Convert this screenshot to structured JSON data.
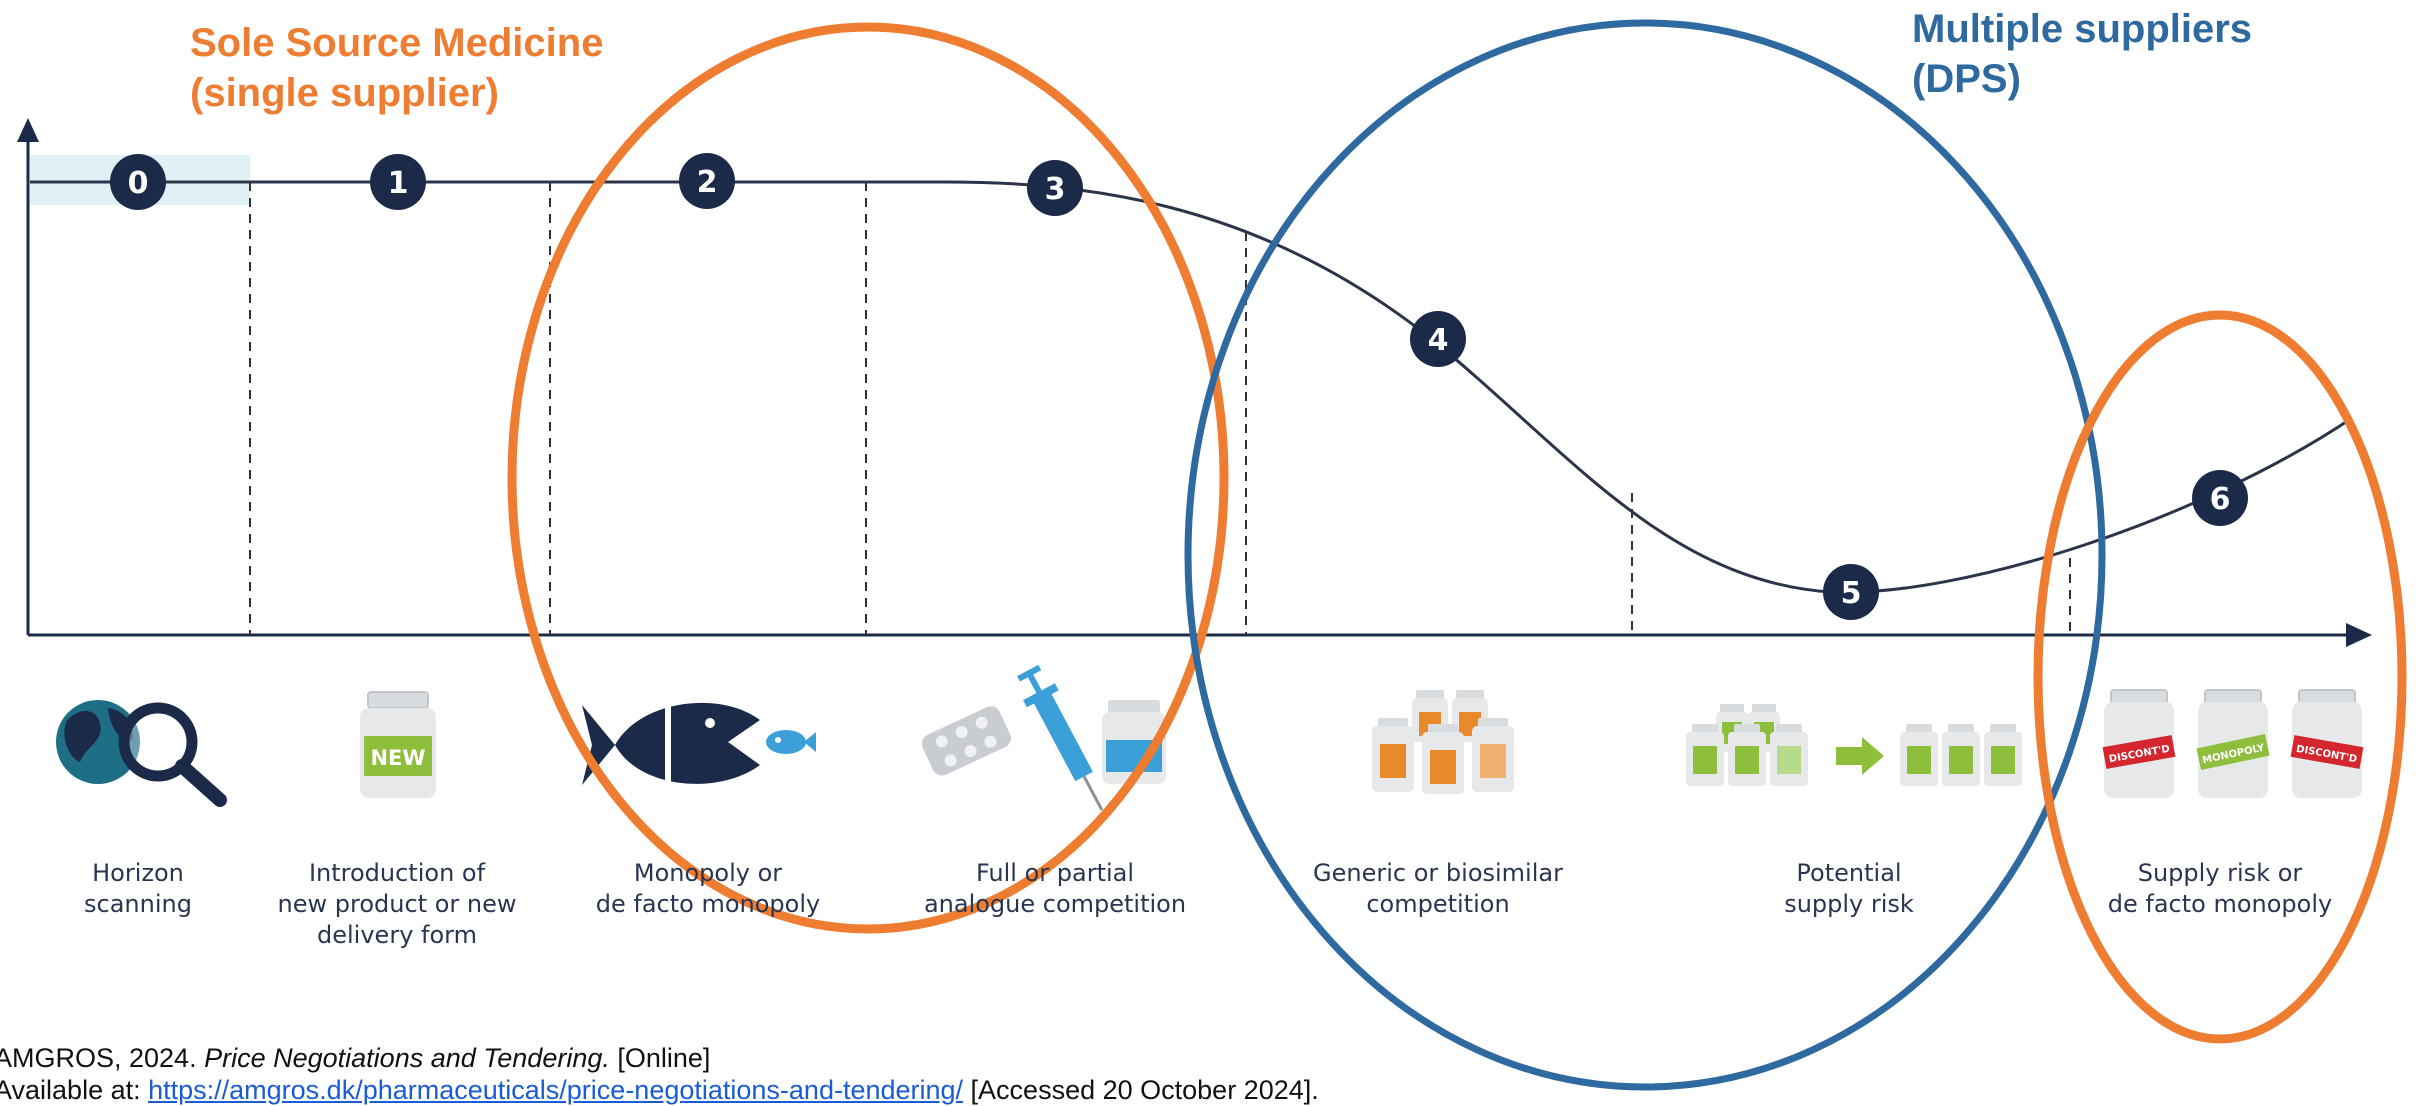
{
  "headings": {
    "sole_source": "Sole Source Medicine\n(single supplier)",
    "multiple_suppliers": "Multiple suppliers\n(DPS)"
  },
  "stages": [
    {
      "number": "0",
      "label": "Horizon\nscanning",
      "icon": "globe-magnifier-icon"
    },
    {
      "number": "1",
      "label": "Introduction of\nnew product or new\ndelivery form",
      "icon": "new-product-jar-icon",
      "icon_text": "NEW"
    },
    {
      "number": "2",
      "label": "Monopoly or\nde facto monopoly",
      "icon": "big-fish-small-fish-icon"
    },
    {
      "number": "3",
      "label": "Full or partial\nanalogue competition",
      "icon": "pills-syringe-jar-icon"
    },
    {
      "number": "4",
      "label": "Generic or biosimilar\ncompetition",
      "icon": "many-bottles-icon"
    },
    {
      "number": "5",
      "label": "Potential\nsupply risk",
      "icon": "bottles-reducing-icon"
    },
    {
      "number": "6",
      "label": "Supply risk or\nde facto monopoly",
      "icon": "discontinued-monopoly-jars-icon",
      "jar_labels": [
        "DISCONT'D",
        "MONOPOLY",
        "DISCONT'D"
      ]
    }
  ],
  "citation": {
    "line1_prefix": "AMGROS, 2024. ",
    "line1_title": "Price Negotiations and Tendering.",
    "line1_suffix": " [Online]",
    "line2_prefix": "Available at: ",
    "line2_link": "https://amgros.dk/pharmaceuticals/price-negotiations-and-tendering/",
    "line2_suffix": " [Accessed 20 October 2024]."
  },
  "colors": {
    "navy": "#1c2a4a",
    "orange": "#ee7d31",
    "blue": "#2e6a9f",
    "highlight": "#dff1f5",
    "green": "#8dbf3d",
    "bottle_orange": "#e8892a",
    "discontinued_red": "#d4262e"
  }
}
